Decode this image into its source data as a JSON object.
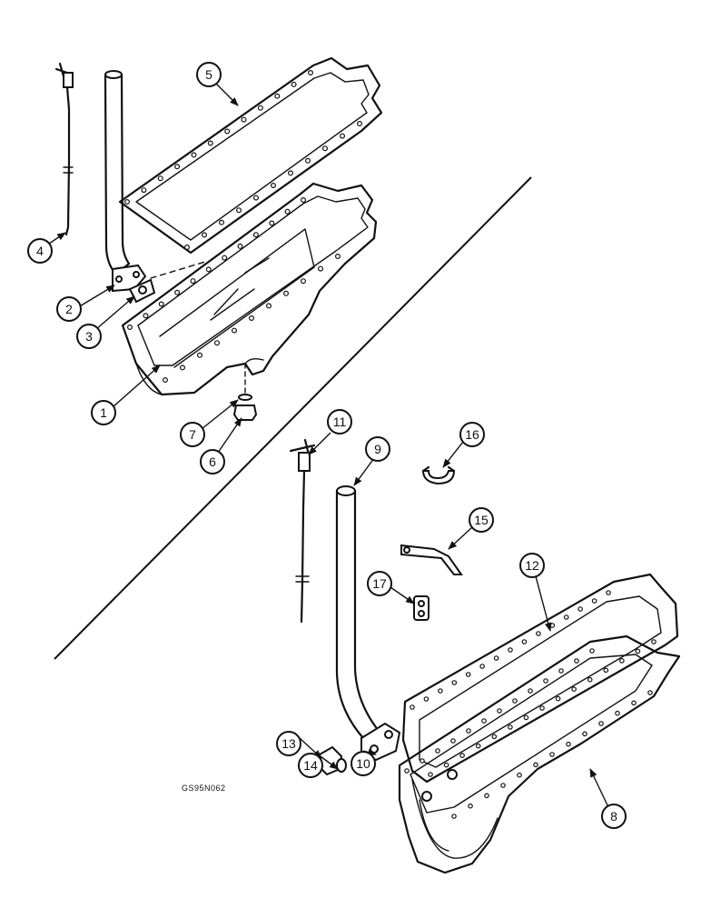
{
  "figure_code": "GS95N062",
  "callouts": [
    "1",
    "2",
    "3",
    "4",
    "5",
    "6",
    "7",
    "8",
    "9",
    "10",
    "11",
    "12",
    "13",
    "14",
    "15",
    "16",
    "17"
  ],
  "ink_color": "#111111",
  "background": "#ffffff"
}
